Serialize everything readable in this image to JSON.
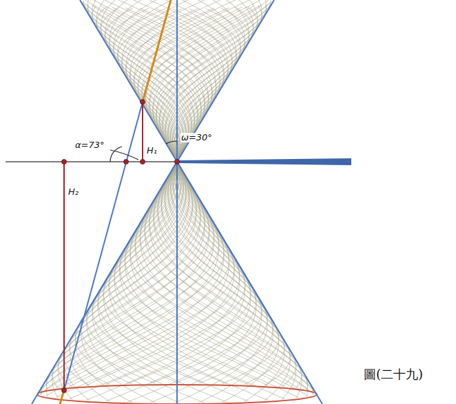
{
  "diagram": {
    "caption": "圖(二十九)",
    "labels": [
      "α=73°",
      "ω=30°",
      "H₁",
      "H₂"
    ]
  }
}
